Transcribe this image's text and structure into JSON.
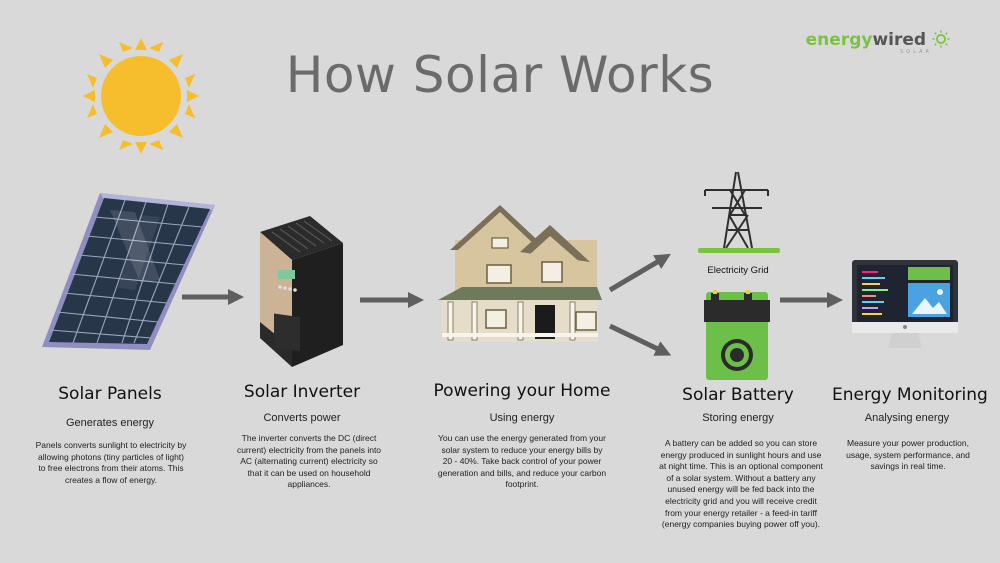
{
  "title": "How Solar Works",
  "brand": {
    "name_part1": "energy",
    "name_part2": "wired",
    "tagline": "SOLAR"
  },
  "grid_label": "Electricity Grid",
  "steps": [
    {
      "title": "Solar Panels",
      "subtitle": "Generates energy",
      "description": "Panels converts sunlight to electricity by allowing photons (tiny particles of light) to free electrons from their atoms. This creates a flow of energy."
    },
    {
      "title": "Solar Inverter",
      "subtitle": "Converts power",
      "description": "The inverter converts the DC (direct current) electricity from the panels into AC (alternating current) electricity so that it can be used on household appliances."
    },
    {
      "title": "Powering your Home",
      "subtitle": "Using energy",
      "description": "You can use the energy generated from your solar system to reduce your energy bills by 20 - 40%. Take back control of your power generation and bills, and reduce your carbon footprint."
    },
    {
      "title": "Solar Battery",
      "subtitle": "Storing energy",
      "description": "A battery can be added so you can store energy produced in sunlight hours and use at night time. This is an optional component of a solar system. Without a battery any unused energy will be fed back into the electricity grid and you will receive credit from your energy retailer - a feed-in tariff (energy companies buying power off you)."
    },
    {
      "title": "Energy Monitoring",
      "subtitle": "Analysing energy",
      "description": "Measure your power production, usage, system performance, and savings in real time."
    }
  ],
  "colors": {
    "background": "#d9d9d9",
    "sun": "#f6bd2c",
    "accent_green": "#7cc242",
    "arrow": "#5f5f5f",
    "battery": "#6cc04a"
  }
}
